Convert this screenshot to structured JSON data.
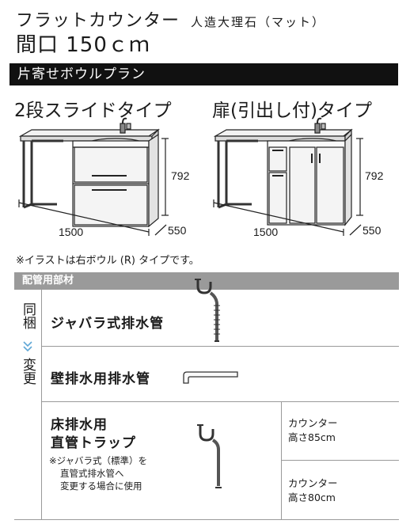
{
  "header": {
    "product": "フラットカウンター",
    "material": "人造大理石（マット）",
    "frontage": "間口 150ｃｍ"
  },
  "plan_bar": "片寄せボウルプラン",
  "types": [
    {
      "label": "2段スライドタイプ",
      "height": "792",
      "width": "1500",
      "depth": "550"
    },
    {
      "label": "扉(引出し付)タイプ",
      "height": "792",
      "width": "1500",
      "depth": "550"
    }
  ],
  "note": "※イラストは右ボウル (R) タイプです。",
  "piping": {
    "section_title": "配管用部材",
    "bundled_label": "同梱",
    "change_label": "変更",
    "items": [
      {
        "name": "ジャバラ式排水管"
      },
      {
        "name": "壁排水用排水管"
      },
      {
        "name_line1": "床排水用",
        "name_line2": "直管トラップ",
        "note_lines": [
          "※ジャバラ式（標準）を",
          "直管式排水管へ",
          "変更する場合に使用"
        ],
        "options": [
          {
            "line1": "カウンター",
            "line2": "高さ85cm"
          },
          {
            "line1": "カウンター",
            "line2": "高さ80cm"
          }
        ]
      }
    ]
  },
  "colors": {
    "bar": "#111111",
    "section": "#9a9a9a"
  }
}
